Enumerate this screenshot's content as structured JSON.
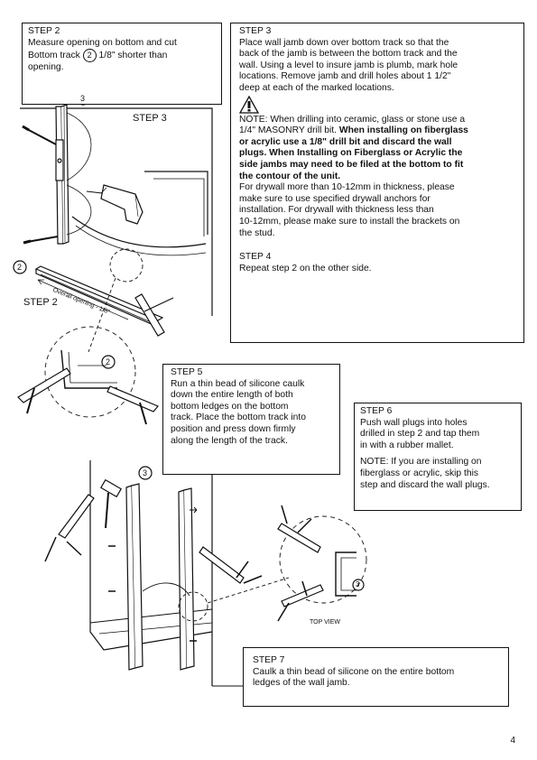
{
  "step2": {
    "title": "STEP 2",
    "line1": "Measure opening on bottom and cut",
    "line2a": "Bottom track",
    "callout": "2",
    "line2b": "1/8\" shorter than",
    "line3": "opening."
  },
  "step3": {
    "title": "STEP 3",
    "para": [
      "Place wall jamb down over bottom track so that the",
      "back of the jamb is between the bottom track and the",
      "wall. Using a level to insure jamb is plumb, mark hole",
      "locations. Remove jamb and drill holes about 1 1/2\"",
      "deep at each of the marked locations."
    ],
    "note_lines": [
      "NOTE: When drilling into ceramic, glass or stone use a",
      "1/4\" MASONRY drill bit."
    ],
    "note_bold": [
      "When installing on fiberglass",
      "or acrylic use a 1/8\" drill bit and discard the wall",
      "plugs.  When Installing on Fiberglass or Acrylic the",
      "side jambs may need to be filed at the bottom to fit",
      "the contour of the unit."
    ],
    "drywall": [
      "For drywall more than 10-12mm in thickness, please",
      "make sure to use specified drywall anchors for",
      "installation. For drywall with thickness less than",
      "10-12mm, please make sure to install the brackets on",
      "the stud."
    ]
  },
  "step4": {
    "title": "STEP 4",
    "text": "Repeat step 2 on the other side."
  },
  "step5": {
    "title": "STEP 5",
    "lines": [
      "Run a thin bead of silicone caulk",
      "down the entire length of both",
      "bottom ledges on the bottom",
      "track. Place the bottom track into",
      "position and press down firmly",
      "along the length of the track."
    ]
  },
  "step6": {
    "title": "STEP 6",
    "lines": [
      "Push wall plugs into holes",
      "drilled in step 2 and tap them",
      "in with a rubber mallet."
    ],
    "note_lines": [
      "NOTE: If you are installing on",
      "fiberglass or acrylic, skip this",
      "step and discard the wall plugs."
    ]
  },
  "step7": {
    "title": "STEP 7",
    "lines": [
      "Caulk a thin bead of silicone on the entire bottom",
      "ledges of the wall jamb."
    ]
  },
  "figure": {
    "step3_label": "STEP 3",
    "step2_label": "STEP 2",
    "callout_top": "3",
    "callout_left": "2",
    "callout_mid": "2",
    "callout_bottom": "3",
    "callout_topview": "3",
    "measure_text": "Overall opening - 1/8\"",
    "top_view": "TOP VIEW"
  },
  "page_number": "4"
}
